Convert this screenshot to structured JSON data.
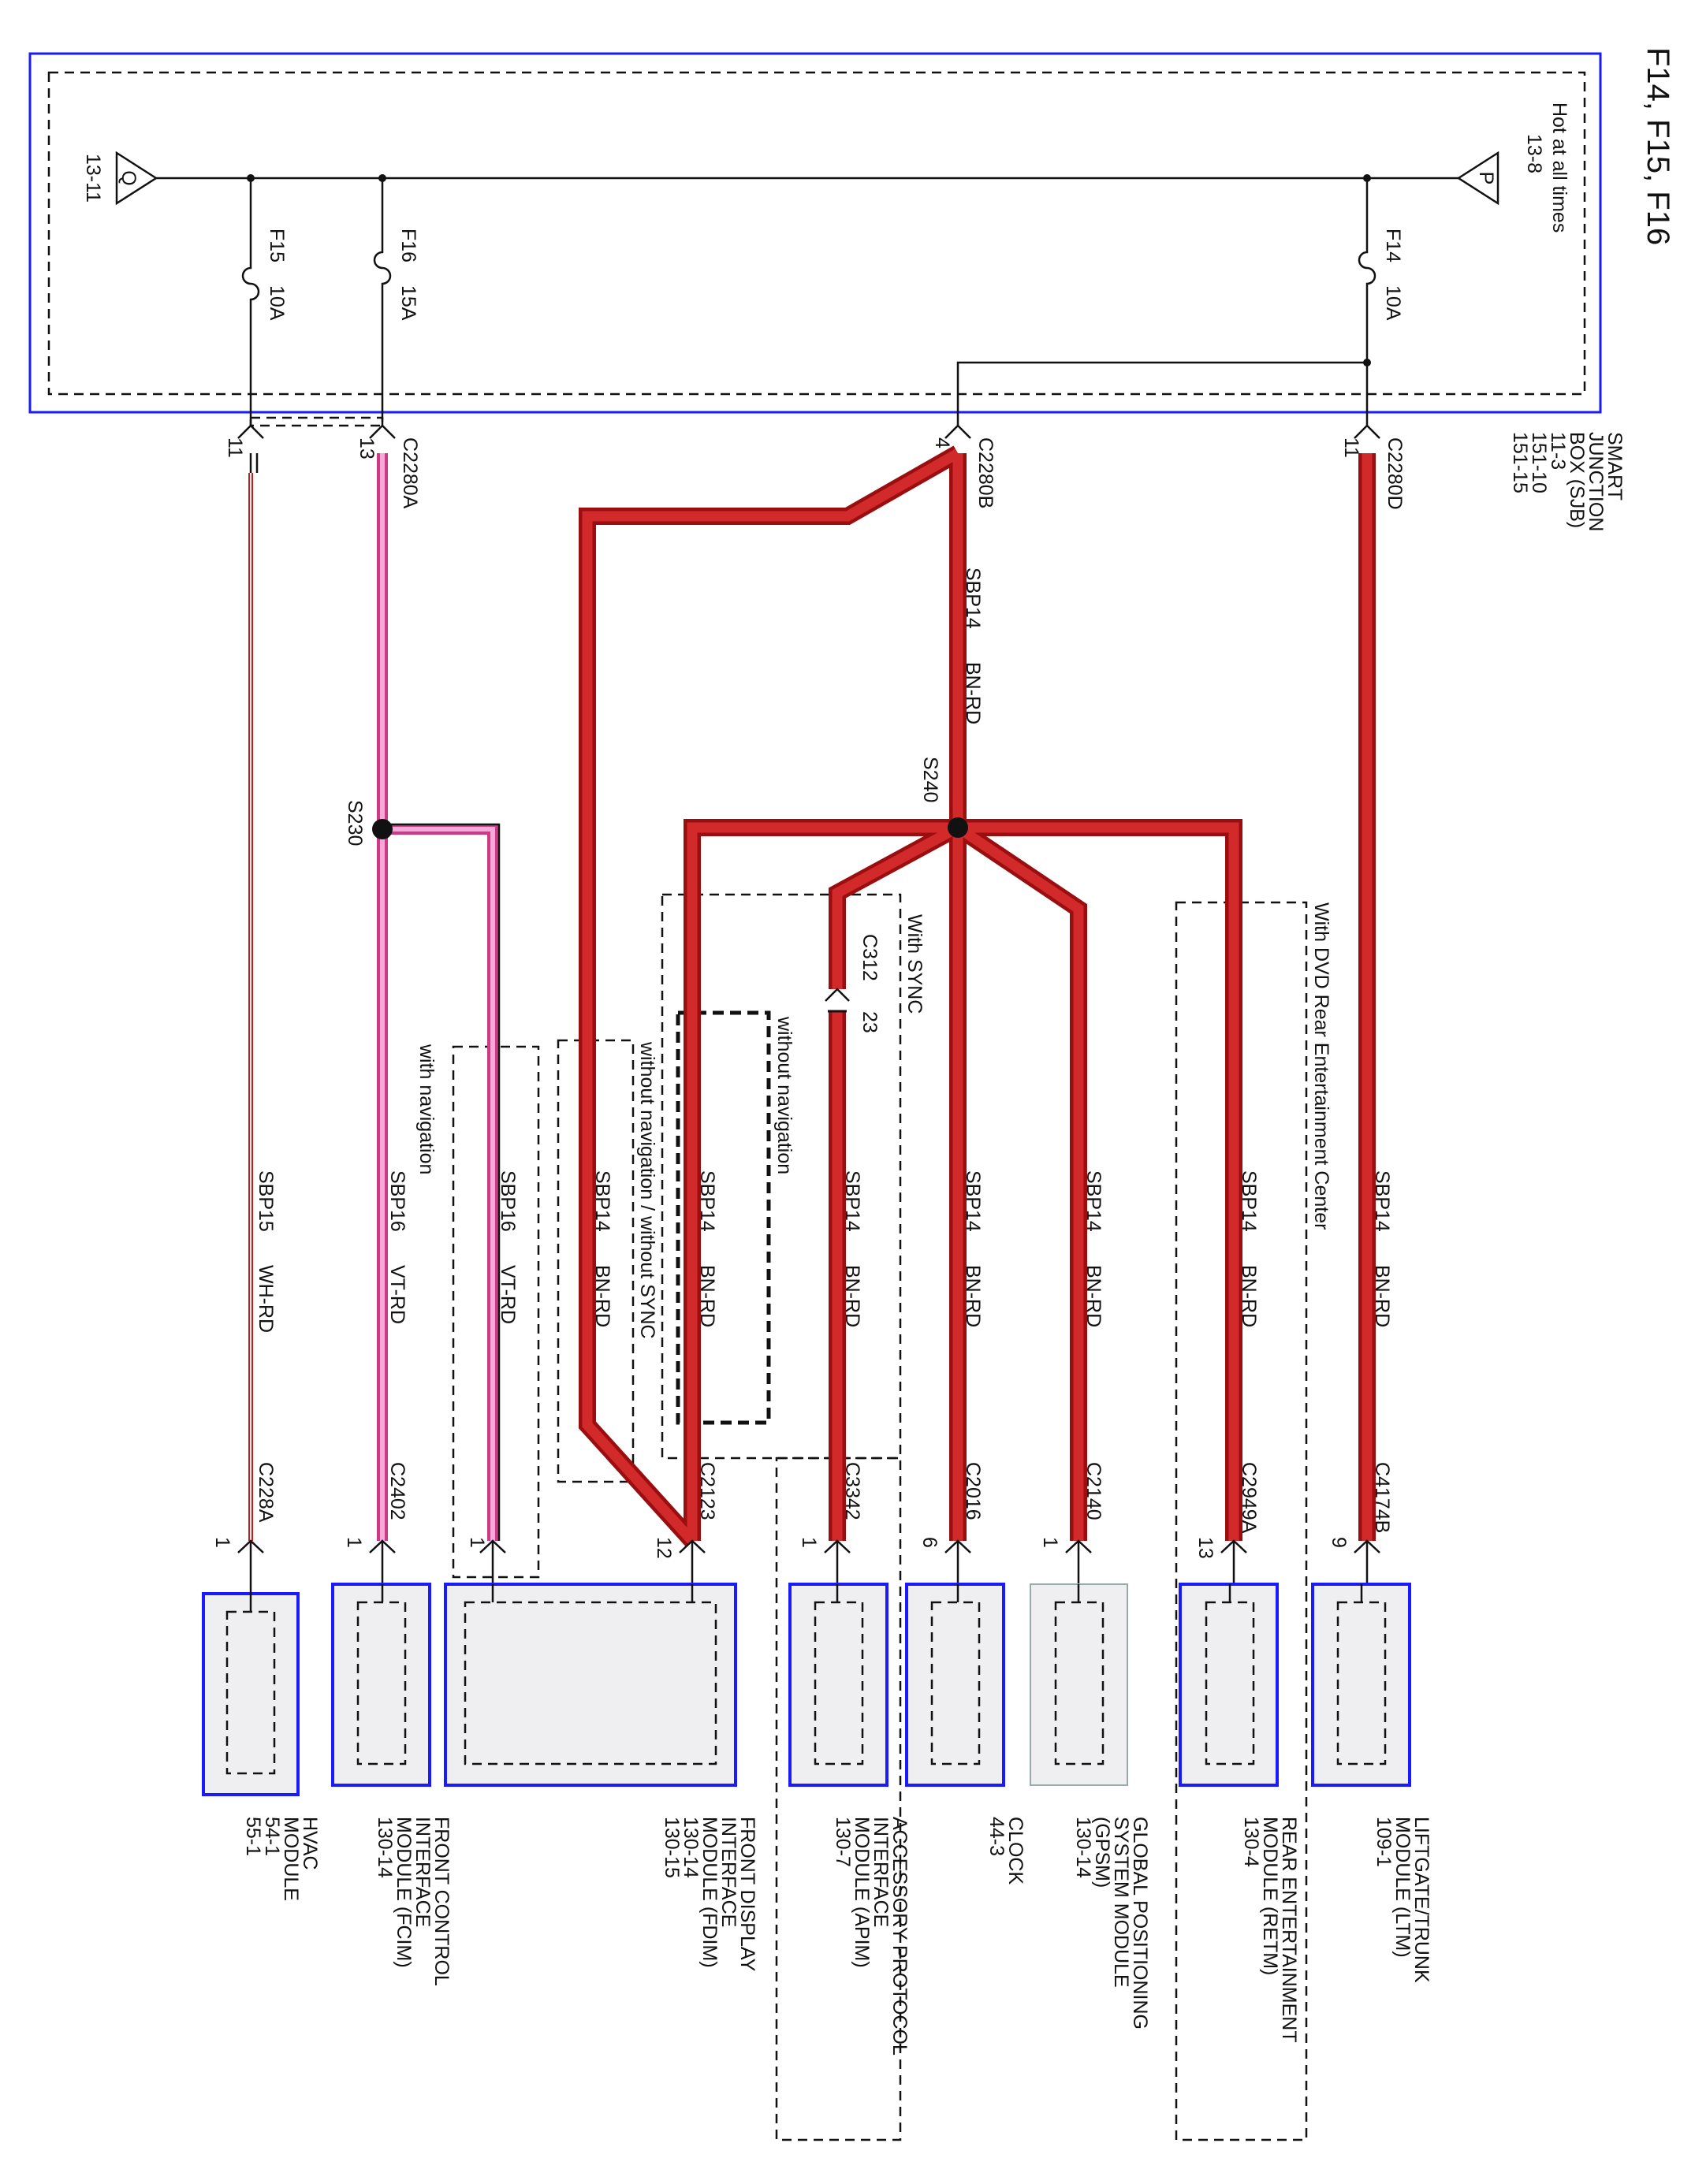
{
  "title": "F14, F15, F16",
  "sjb": {
    "name_lines": [
      "SMART",
      "JUNCTION",
      "BOX (SJB)",
      "11-3",
      "151-10",
      "151-15"
    ],
    "hot_label": "Hot at all times",
    "source_p": {
      "letter": "P",
      "ref": "13-8"
    },
    "source_q": {
      "letter": "Q",
      "ref": "13-11"
    }
  },
  "fuses": [
    {
      "id": "F14",
      "rating": "10A"
    },
    {
      "id": "F15",
      "rating": "10A"
    },
    {
      "id": "F16",
      "rating": "15A"
    }
  ],
  "sjb_connectors": [
    {
      "name": "C2280D",
      "pin": "11"
    },
    {
      "name": "C2280B",
      "pin": "4"
    },
    {
      "name": "C2280A",
      "pin": "13"
    },
    {
      "pin": "11"
    }
  ],
  "splices": [
    "S240",
    "S230"
  ],
  "option_labels": {
    "dvd": "With DVD Rear Entertainment Center",
    "sync": "With SYNC",
    "without_nav": "without navigation",
    "without_nav_sync": "without navigation / without SYNC",
    "with_nav": "with navigation"
  },
  "inline_connector": {
    "name": "C312",
    "pin_a": "23"
  },
  "wires": [
    {
      "circuit": "SBP14",
      "color": "BN-RD"
    },
    {
      "circuit": "SBP14",
      "color": "BN-RD"
    },
    {
      "circuit": "SBP14",
      "color": "BN-RD"
    },
    {
      "circuit": "SBP14",
      "color": "BN-RD"
    },
    {
      "circuit": "SBP14",
      "color": "BN-RD"
    },
    {
      "circuit": "SBP14",
      "color": "BN-RD"
    },
    {
      "circuit": "SBP14",
      "color": "BN-RD"
    },
    {
      "circuit": "SBP14",
      "color": "BN-RD"
    },
    {
      "circuit": "SBP16",
      "color": "VT-RD"
    },
    {
      "circuit": "SBP16",
      "color": "VT-RD"
    },
    {
      "circuit": "SBP15",
      "color": "WH-RD"
    }
  ],
  "module_connectors": [
    {
      "name": "C4174B",
      "pin": "9"
    },
    {
      "name": "C2949A",
      "pin": "13"
    },
    {
      "name": "C2140",
      "pin": "1"
    },
    {
      "name": "C2016",
      "pin": "6"
    },
    {
      "name": "C3342",
      "pin": "1"
    },
    {
      "name": "C2123",
      "pin": "12"
    },
    {
      "name": "C2402",
      "pin": "1"
    },
    {
      "name": "C228A",
      "pin": "1"
    }
  ],
  "extra_pin": "1",
  "modules": [
    {
      "lines": [
        "LIFTGATE/TRUNK",
        "MODULE (LTM)",
        "109-1"
      ]
    },
    {
      "lines": [
        "REAR ENTERTAINMENT",
        "MODULE (RETM)",
        "130-4"
      ]
    },
    {
      "lines": [
        "GLOBAL POSITIONING",
        "SYSTEM MODULE",
        "(GPSM)",
        "130-14"
      ]
    },
    {
      "lines": [
        "CLOCK",
        "44-3"
      ]
    },
    {
      "lines": [
        "ACCESSORY PROTOCOL",
        "INTERFACE",
        "MODULE (APIM)",
        "130-7"
      ]
    },
    {
      "lines": [
        "FRONT DISPLAY",
        "INTERFACE",
        "MODULE (FDIM)",
        "130-14",
        "130-15"
      ]
    },
    {
      "lines": [
        "FRONT CONTROL",
        "INTERFACE",
        "MODULE (FCIM)",
        "130-14"
      ]
    },
    {
      "lines": [
        "HVAC",
        "MODULE",
        "54-1",
        "55-1"
      ]
    }
  ]
}
